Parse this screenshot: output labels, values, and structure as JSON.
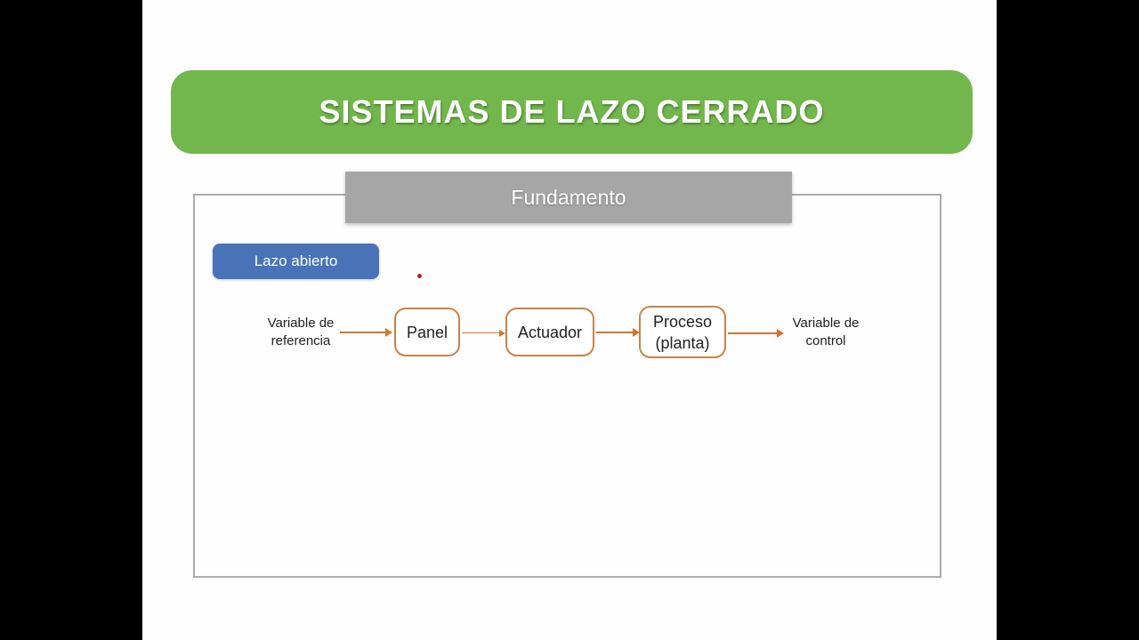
{
  "slide": {
    "title": "SISTEMAS DE LAZO CERRADO",
    "section_banner": "Fundamento",
    "tag_label": "Lazo abierto"
  },
  "diagram": {
    "input_label": {
      "line1": "Variable de",
      "line2": "referencia"
    },
    "nodes": [
      {
        "id": "panel",
        "line1": "Panel"
      },
      {
        "id": "actuador",
        "line1": "Actuador"
      },
      {
        "id": "proceso",
        "line1": "Proceso",
        "line2": "(planta)"
      }
    ],
    "output_label": {
      "line1": "Variable de",
      "line2": "control"
    }
  },
  "colors": {
    "letterbox": "#000000",
    "slide_bg": "#FEFEFE",
    "title_bg": "#72B74B",
    "banner_bg": "#A6A6A6",
    "tag_bg": "#4873B9",
    "frame_border": "#ACACAC",
    "node_border": "#C8824A",
    "arrow": "#D3752F",
    "red_dot": "#B02418",
    "text_dark": "#212121"
  }
}
